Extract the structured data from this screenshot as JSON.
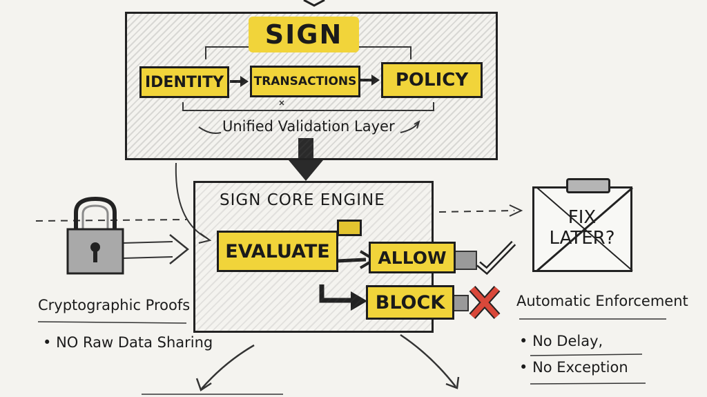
{
  "top": {
    "title": "SIGN",
    "identity": "IDENTITY",
    "transactions": "TRANSACTIONS",
    "policy": "POLICY",
    "layer": "Unified Validation Layer"
  },
  "core": {
    "title": "SIGN CORE ENGINE",
    "evaluate": "EVALUATE",
    "allow": "ALLOW",
    "block": "BLOCK"
  },
  "left": {
    "proofs": "Cryptographic Proofs",
    "bullet": "NO Raw Data Sharing"
  },
  "right": {
    "clipboard": "FIX LATER?",
    "enforcement": "Automatic Enforcement",
    "bullets": [
      "No Delay,",
      "No Exception"
    ]
  },
  "colors": {
    "highlight": "#f1d43a",
    "ink": "#1b1b1b",
    "cross": "#d9483a"
  },
  "icons": {
    "lock": "padlock-icon",
    "check": "check-icon",
    "cross": "cross-icon",
    "clipboard": "clipboard-icon"
  }
}
